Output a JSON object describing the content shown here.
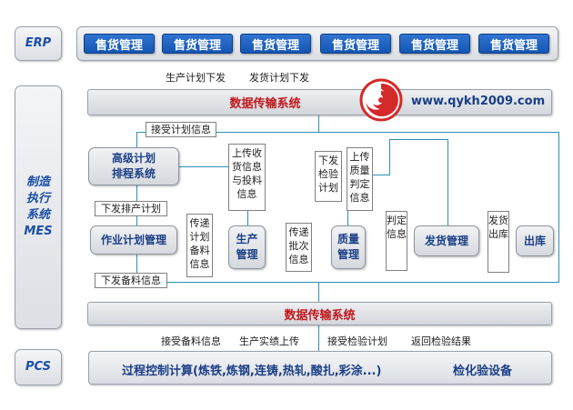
{
  "sidebar": {
    "erp": "ERP",
    "mes": [
      "制造",
      "执行",
      "系统",
      "MES"
    ],
    "pcs": "PCS"
  },
  "erp_buttons": [
    "售货管理",
    "售货管理",
    "售货管理",
    "售货管理",
    "售货管理",
    "售货管理"
  ],
  "top_flow": {
    "label_1": "生产计划下发",
    "label_2": "发货计划下发"
  },
  "top_bar": {
    "title": "数据传输系统",
    "website": "www.qykh2009.com"
  },
  "mes": {
    "receive_plan": "接受计划信息",
    "aps_line1": "高级计划",
    "aps_line2": "排程系统",
    "issue_schedule": "下发排产计划",
    "job_plan": "作业计划管理",
    "issue_material": "下发备料信息",
    "pass_plan_material": "传递计划备料信息",
    "upload_receive": "上传收货信息与投料信息",
    "production_line1": "生产",
    "production_line2": "管理",
    "pass_batch": "传递批次信息",
    "issue_inspection": "下发检验计划",
    "quality_line1": "质量",
    "quality_line2": "管理",
    "upload_quality": "上传质量判定信息",
    "judge_info": "判定信息",
    "shipping": "发货管理",
    "shipping_out": "发货出库",
    "out_warehouse": "出库"
  },
  "bottom_bar": {
    "title": "数据传输系统"
  },
  "bottom_flow": {
    "label_1": "接受备料信息",
    "label_2": "生产实绩上传",
    "label_3": "接受检验计划",
    "label_4": "返回检验结果"
  },
  "pcs": {
    "process_control": "过程控制计算(炼铁,炼钢,连铸,热轧,酸扎,彩涂...)",
    "inspection_equipment": "检化验设备"
  },
  "colors": {
    "accent_blue": "#1c4ea3",
    "button_blue": "#1a5fbf",
    "title_red": "#c0171b",
    "connector": "#2c8fb6"
  }
}
